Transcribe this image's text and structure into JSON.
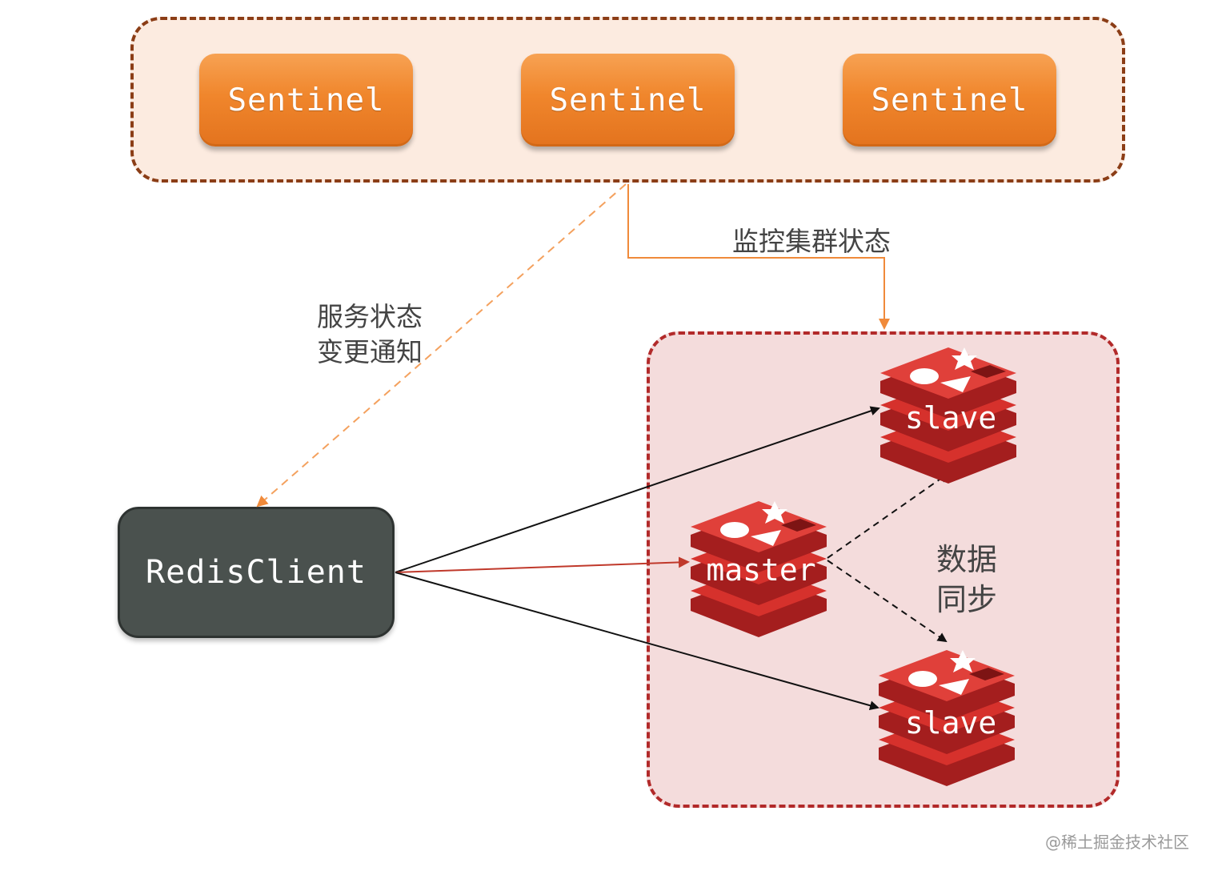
{
  "sentinels": [
    "Sentinel",
    "Sentinel",
    "Sentinel"
  ],
  "client": {
    "label": "RedisClient"
  },
  "labels": {
    "monitor": "监控集群状态",
    "notify_line1": "服务状态",
    "notify_line2": "变更通知",
    "sync_line1": "数据",
    "sync_line2": "同步"
  },
  "nodes": {
    "master": "master",
    "slave_top": "slave",
    "slave_bottom": "slave"
  },
  "watermark": "@稀土掘金技术社区",
  "colors": {
    "sentinel_orange": "#f0862c",
    "sentinel_group_border": "#8b3d16",
    "sentinel_group_fill": "#fcebe0",
    "cluster_border": "#b22a2a",
    "cluster_fill": "#f4dcdc",
    "client_fill": "#4a514e",
    "redis_red": "#d6312c"
  }
}
